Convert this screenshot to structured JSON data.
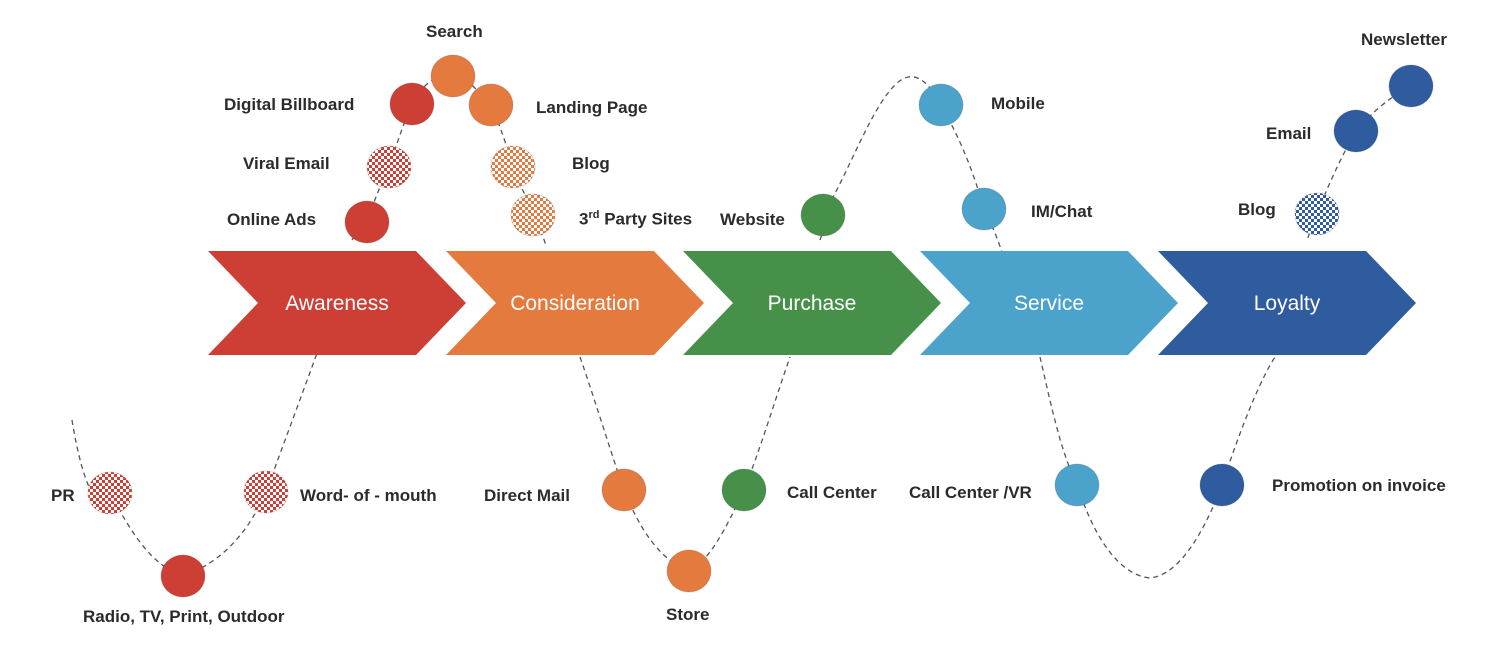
{
  "colors": {
    "awareness": "#cd3f35",
    "consideration": "#e57a3e",
    "purchase": "#469049",
    "service": "#4ba3cb",
    "loyalty": "#2e5c9f"
  },
  "stages": [
    {
      "label": "Awareness",
      "color_key": "awareness"
    },
    {
      "label": "Consideration",
      "color_key": "consideration"
    },
    {
      "label": "Purchase",
      "color_key": "purchase"
    },
    {
      "label": "Service",
      "color_key": "service"
    },
    {
      "label": "Loyalty",
      "color_key": "loyalty"
    }
  ],
  "touchpoints": [
    {
      "label": "Search",
      "color_key": "consideration",
      "pattern": "solid"
    },
    {
      "label": "Digital Billboard",
      "color_key": "awareness",
      "pattern": "solid"
    },
    {
      "label": "Landing Page",
      "color_key": "consideration",
      "pattern": "solid"
    },
    {
      "label": "Viral Email",
      "color_key": "awareness",
      "pattern": "checkered"
    },
    {
      "label": "Blog",
      "color_key": "consideration",
      "pattern": "checkered"
    },
    {
      "label": "Online Ads",
      "color_key": "awareness",
      "pattern": "solid"
    },
    {
      "label_main": "3",
      "label_sup": "rd",
      "label_rest": " Party Sites",
      "color_key": "consideration",
      "pattern": "checkered"
    },
    {
      "label": "Website",
      "color_key": "purchase",
      "pattern": "solid"
    },
    {
      "label": "Mobile",
      "color_key": "service",
      "pattern": "solid"
    },
    {
      "label": "IM/Chat",
      "color_key": "service",
      "pattern": "solid"
    },
    {
      "label": "Newsletter",
      "color_key": "loyalty",
      "pattern": "solid"
    },
    {
      "label": "Email",
      "color_key": "loyalty",
      "pattern": "solid"
    },
    {
      "label": "Blog",
      "color_key": "loyalty",
      "pattern": "checkered"
    },
    {
      "label": "PR",
      "color_key": "awareness",
      "pattern": "checkered"
    },
    {
      "label": "Word- of - mouth",
      "color_key": "awareness",
      "pattern": "checkered"
    },
    {
      "label": "Radio, TV, Print, Outdoor",
      "color_key": "awareness",
      "pattern": "solid"
    },
    {
      "label": "Direct Mail",
      "color_key": "consideration",
      "pattern": "solid"
    },
    {
      "label": "Store",
      "color_key": "consideration",
      "pattern": "solid"
    },
    {
      "label": "Call Center",
      "color_key": "purchase",
      "pattern": "solid"
    },
    {
      "label": "Call Center /VR",
      "color_key": "service",
      "pattern": "solid"
    },
    {
      "label": "Promotion on invoice",
      "color_key": "loyalty",
      "pattern": "solid"
    }
  ]
}
